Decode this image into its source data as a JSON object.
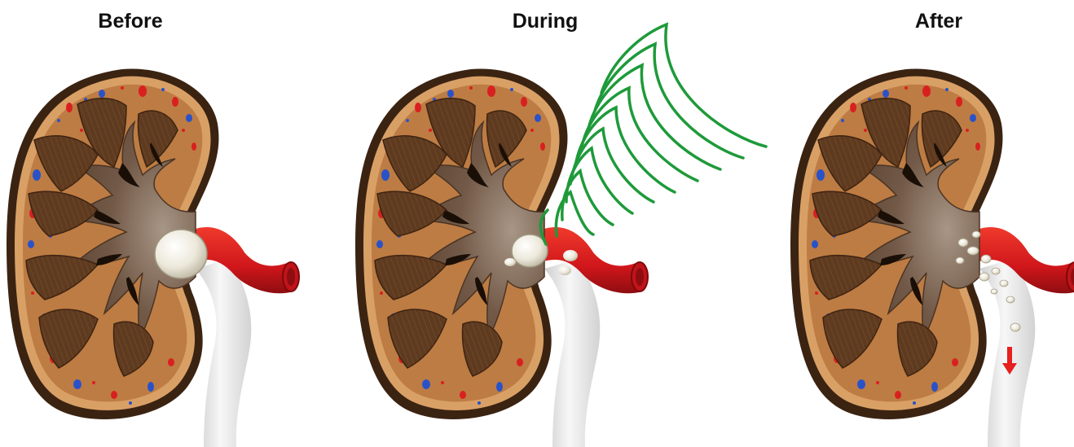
{
  "panels": {
    "before": {
      "title": "Before"
    },
    "during": {
      "title": "During"
    },
    "after": {
      "title": "After"
    }
  },
  "colors": {
    "capsule": "#3b2312",
    "cortex": "#c08045",
    "cortex_dark": "#9a5f2d",
    "pyramid": "#5e3a1f",
    "pyramid_line": "#8a6040",
    "pelvis": "#6a5140",
    "pelvis_light": "#9a8878",
    "artery": "#d8191e",
    "artery_dark": "#8e0d10",
    "ureter": "#e4e4e4",
    "stone": "#f2efe4",
    "shockwave": "#1e9a3a",
    "flow_arrow": "#e5201e",
    "vessel_red": "#d92020",
    "vessel_blue": "#2a52c8"
  },
  "icons": {
    "shockwave": "shockwave-arcs-icon",
    "flow": "down-arrow-icon"
  }
}
